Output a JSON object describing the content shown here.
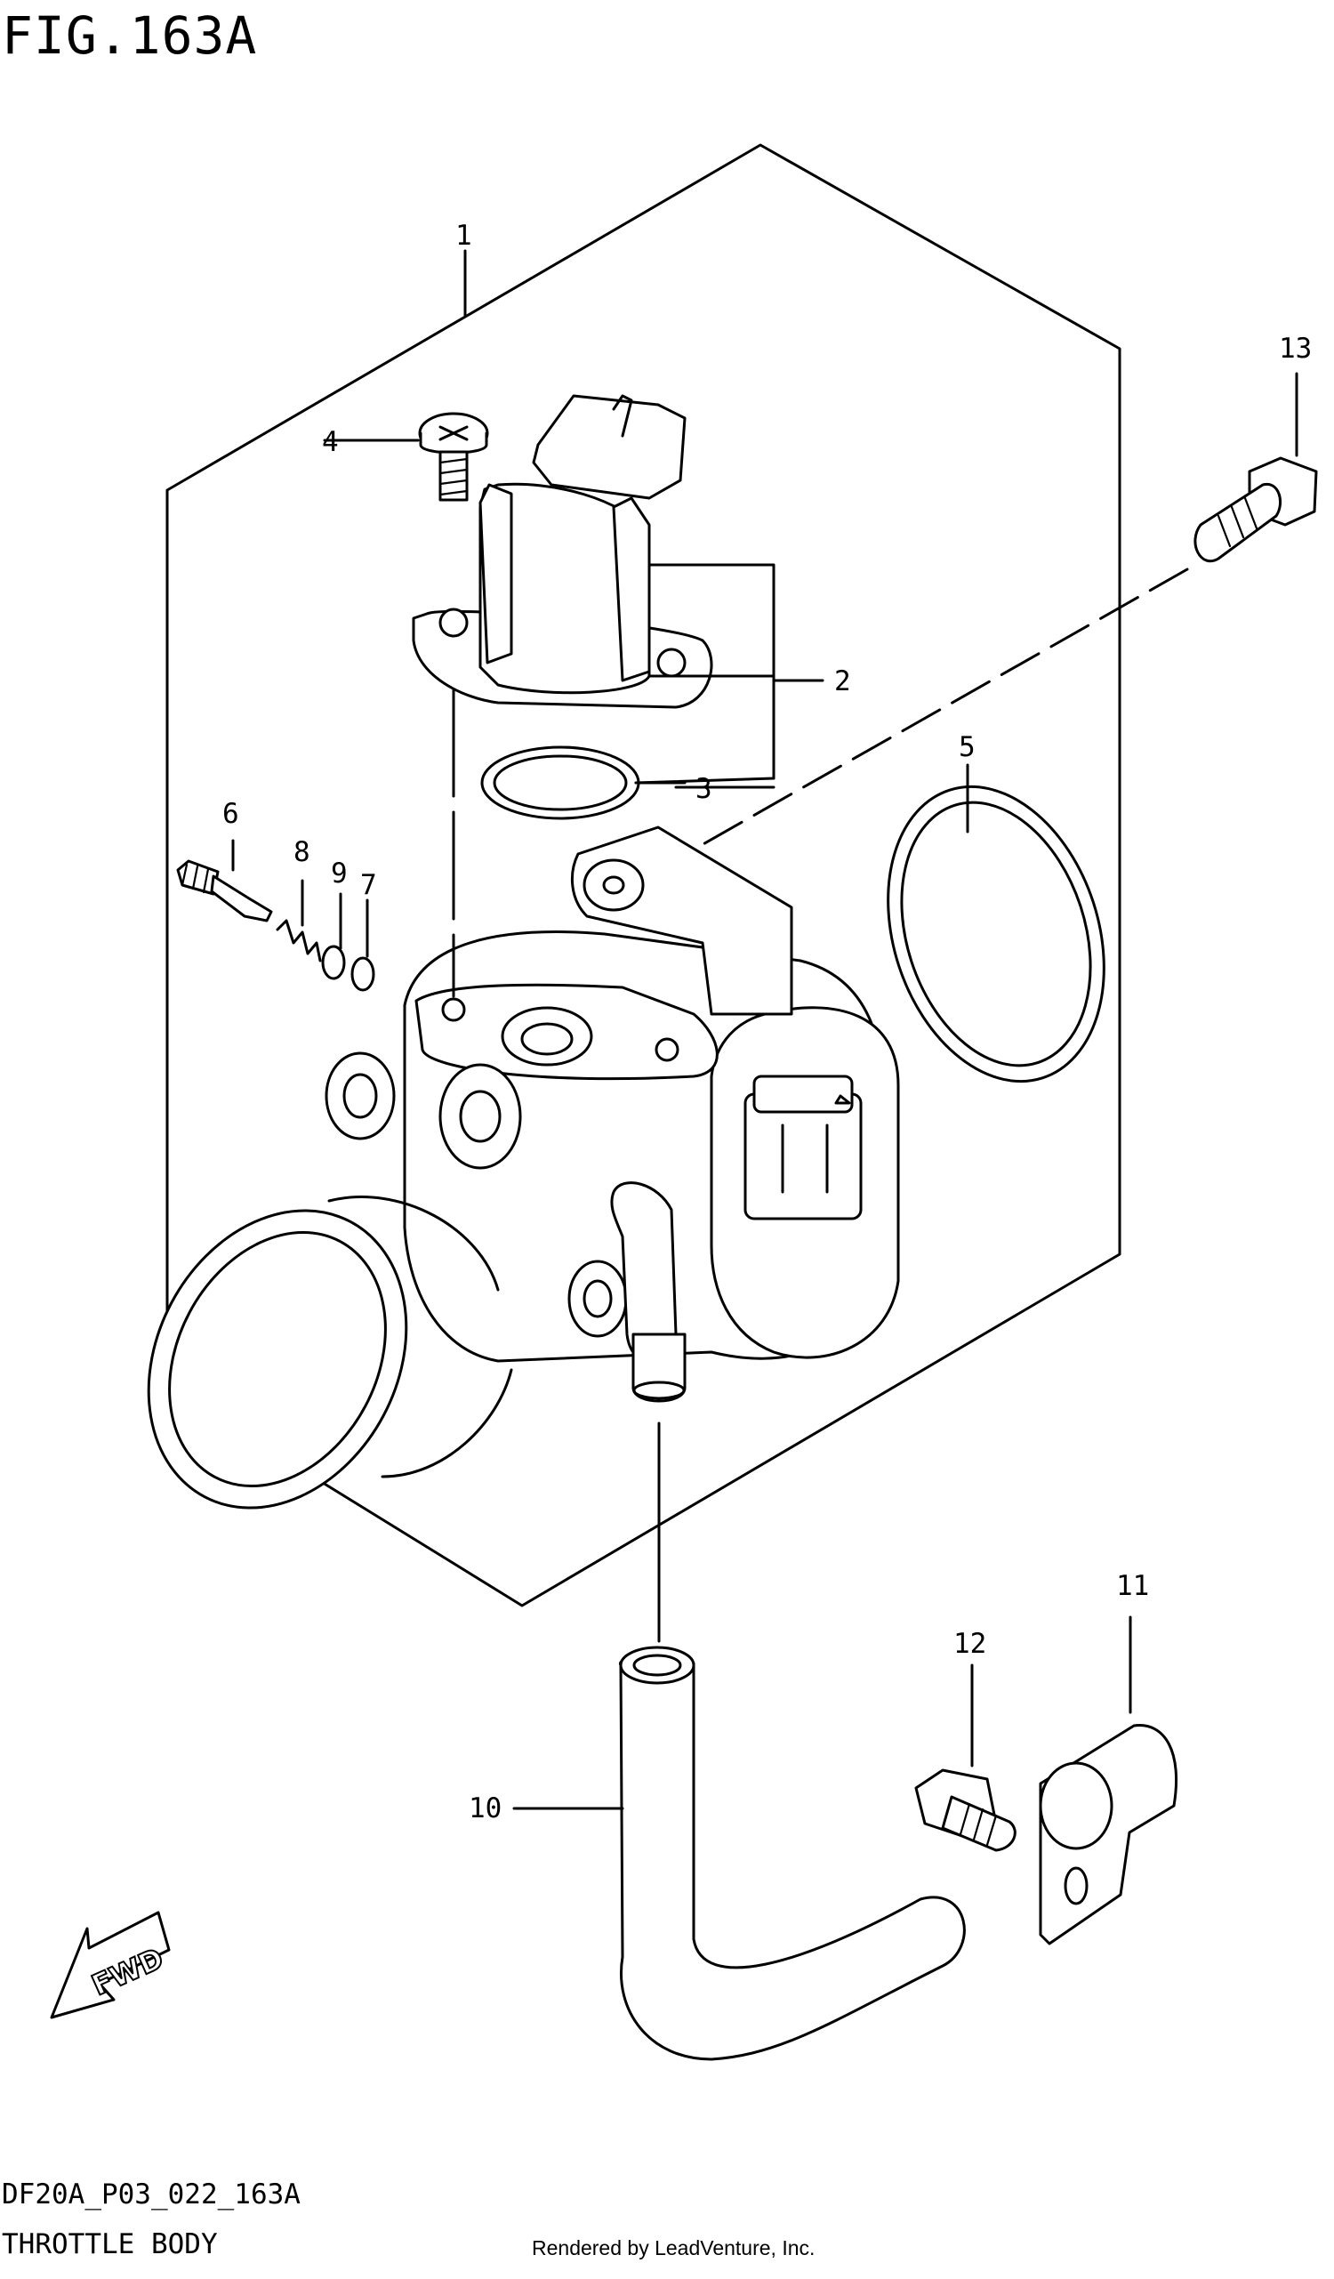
{
  "figure": {
    "title": "FIG.163A",
    "code": "DF20A_P03_022_163A",
    "name": "THROTTLE BODY",
    "credit": "Rendered by LeadVenture, Inc.",
    "fwd_label": "FWD"
  },
  "callouts": {
    "c1": "1",
    "c2": "2",
    "c3": "3",
    "c4": "4",
    "c5": "5",
    "c6": "6",
    "c7": "7",
    "c8": "8",
    "c9": "9",
    "c10": "10",
    "c11": "11",
    "c12": "12",
    "c13": "13"
  },
  "colors": {
    "ink": "#000000",
    "paper": "#ffffff"
  }
}
